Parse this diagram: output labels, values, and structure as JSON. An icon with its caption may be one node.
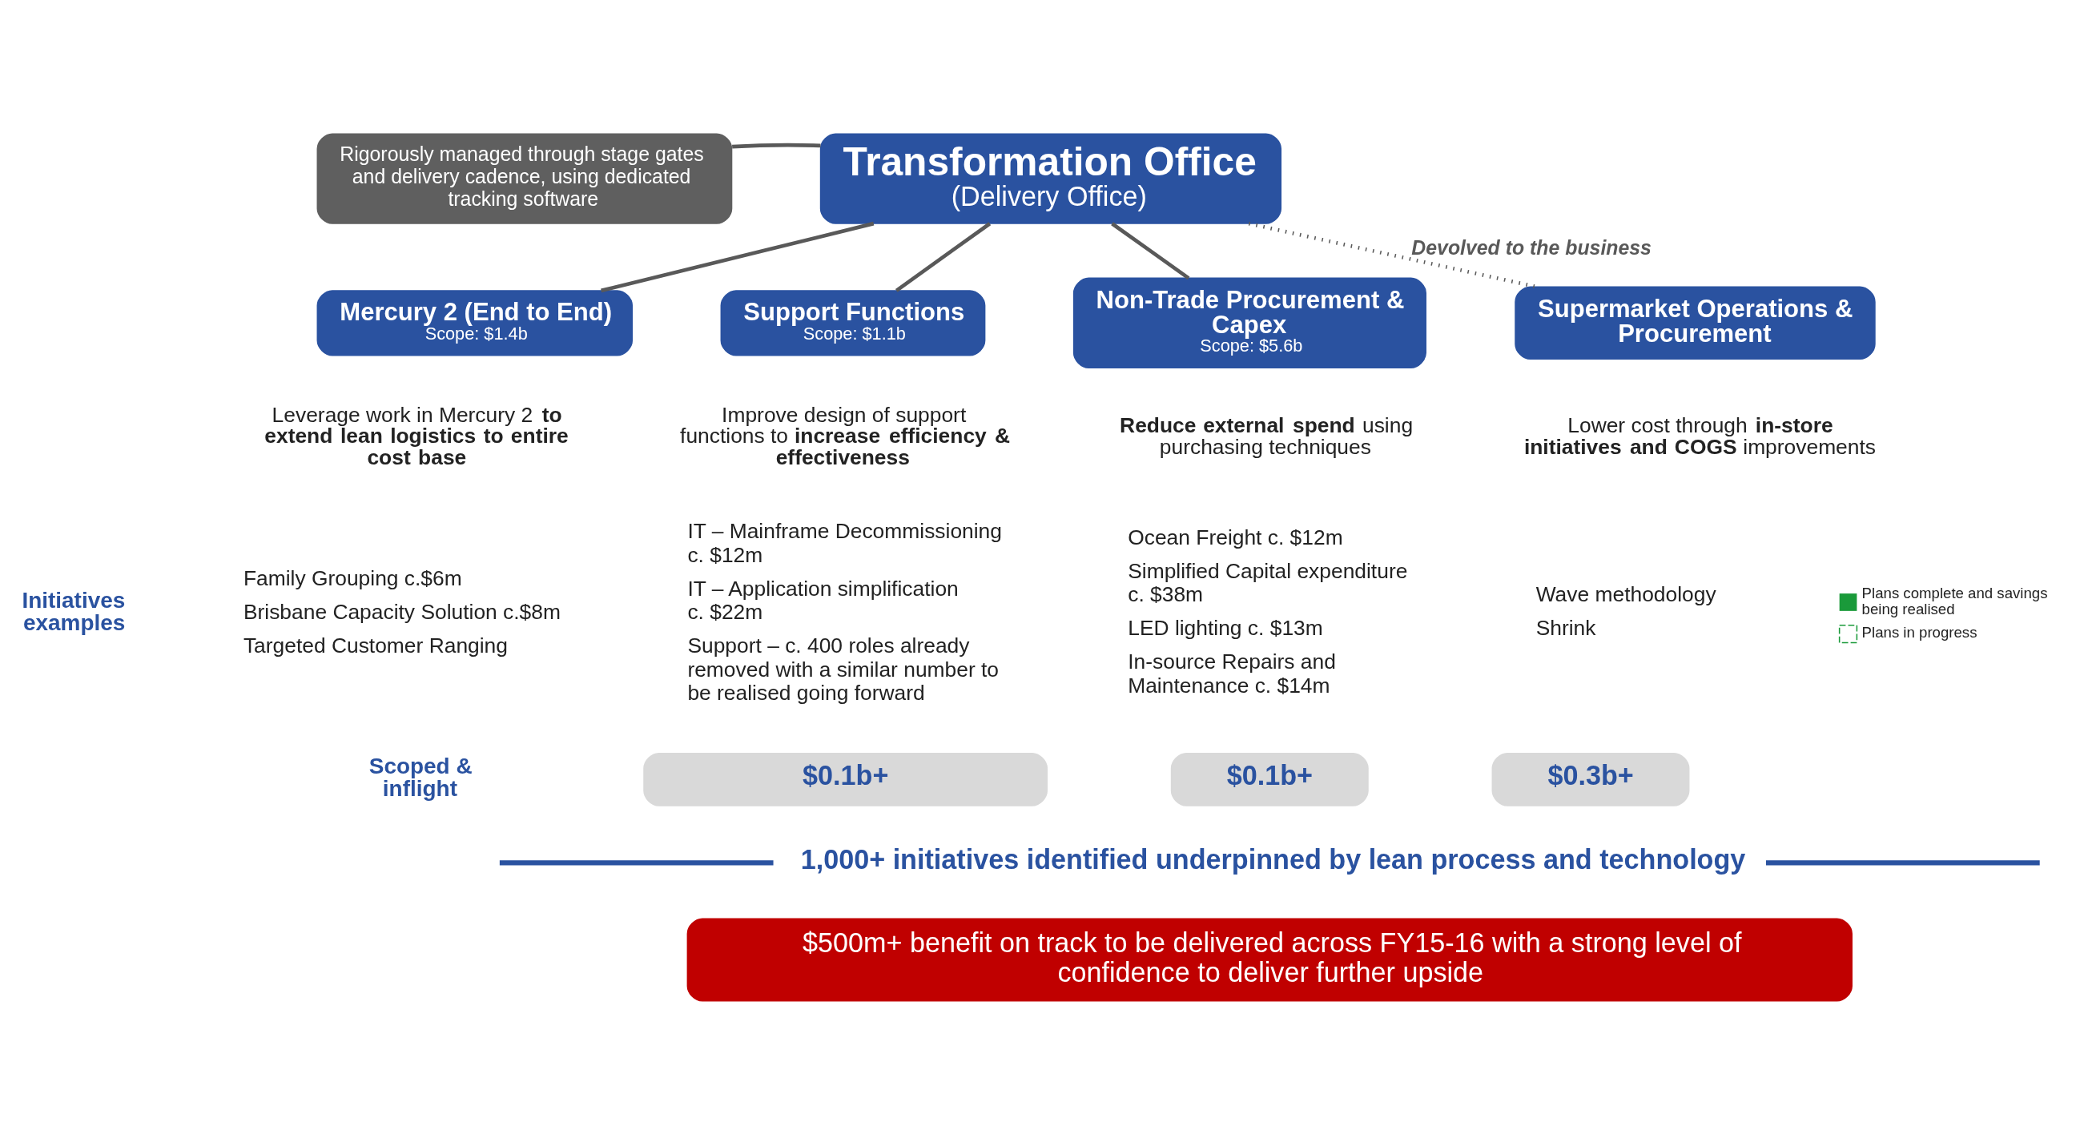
{
  "diagram": {
    "nodes": [
      {
        "text": [
          "Rigorously managed through stage gates and delivery cadence, using dedicated tracking software"
        ]
      },
      {
        "text": [
          "Transformation  Office",
          "(Delivery Office)"
        ]
      },
      {
        "text": [
          "Mercury 2 (End to End)",
          "Scope: $1.4b"
        ]
      },
      {
        "text": [
          "Support Functions",
          "Scope: $1.1b"
        ]
      },
      {
        "text": [
          "Non-Trade Procurement & Capex",
          "Scope: $5.6b"
        ]
      },
      {
        "text": [
          "Supermarket Operations & Procurement"
        ]
      },
      {
        "text": [
          "$0.1b+"
        ]
      },
      {
        "text": [
          "$0.1b+"
        ]
      },
      {
        "text": [
          "$0.3b+"
        ]
      },
      {
        "text": [
          "$500m+ benefit on track to be delivered across FY15-16 with a strong level of confidence to deliver further upside"
        ]
      }
    ],
    "edges": [
      {
        "from": 0,
        "to": 1,
        "arrow": "none"
      },
      {
        "from": 1,
        "to": 2,
        "arrow": "none"
      },
      {
        "from": 1,
        "to": 3,
        "arrow": "none"
      },
      {
        "from": 1,
        "to": 4,
        "arrow": "none"
      },
      {
        "from": 1,
        "to": 5,
        "arrow": "none",
        "style": "dashed",
        "label": "Devolved to the business"
      }
    ],
    "labels": [
      "Leverage work in Mercury 2 **to extend lean logistics to entire cost base**",
      "Improve design of support functions to **increase efficiency & effectiveness**",
      "**Reduce external spend** using purchasing techniques",
      "Lower cost through **in-store initiatives and COGS** improvements",
      "Initiatives examples",
      "Family Grouping c.$6m",
      "Brisbane Capacity Solution c.$8m",
      "Targeted Customer Ranging",
      "IT – Mainframe Decommissioning c. $12m",
      "IT – Application simplification c. $22m",
      "Support – c. 400 roles already removed with a similar number to be realised going forward",
      "Ocean Freight c. $12m",
      "Simplified Capital expenditure c. $38m",
      "LED lighting c. $13m",
      "In-source Repairs and Maintenance c. $14m",
      "Wave methodology",
      "Shrink",
      "Scoped & inflight",
      "1,000+ initiatives identified underpinned by lean process and technology"
    ],
    "legend": [
      {
        "text": "Plans complete and savings being realised"
      },
      {
        "text": "Plans in progress"
      }
    ]
  }
}
